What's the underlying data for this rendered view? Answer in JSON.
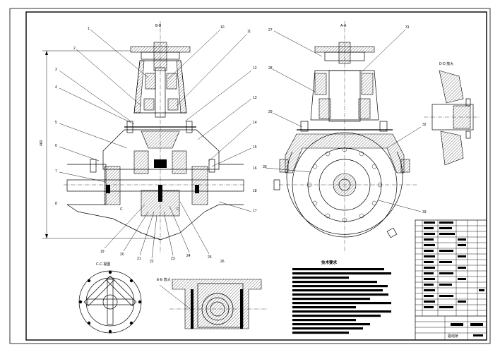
{
  "drawing": {
    "main_view": {
      "section_label": "B-B",
      "callouts_left": [
        "1",
        "2",
        "3",
        "4",
        "5",
        "6",
        "7",
        "8"
      ],
      "callouts_top": [
        "10",
        "11",
        "12"
      ],
      "callouts_right": [
        "13",
        "14",
        "15",
        "16",
        "17",
        "18"
      ],
      "callouts_bottom": [
        "19",
        "20",
        "21",
        "22",
        "23",
        "24",
        "25",
        "26"
      ],
      "dim_left": "460",
      "dim_c1": "C",
      "dim_c2": "C"
    },
    "side_view": {
      "section_label": "A-A",
      "callouts_left": [
        "27",
        "28",
        "29",
        "30"
      ],
      "callouts_right": [
        "31",
        "32",
        "33"
      ]
    },
    "detail_small": {
      "label": "D-D 放大"
    },
    "view_c": {
      "label": "C-C 视图"
    },
    "view_e": {
      "label": "E-E 放大"
    },
    "view_d": {
      "label": "放大"
    },
    "notes": {
      "title": "技术要求"
    },
    "title_block": {
      "drawing_name": "驱动桥"
    }
  },
  "colors": {
    "line": "#000000",
    "paper": "#ffffff"
  }
}
